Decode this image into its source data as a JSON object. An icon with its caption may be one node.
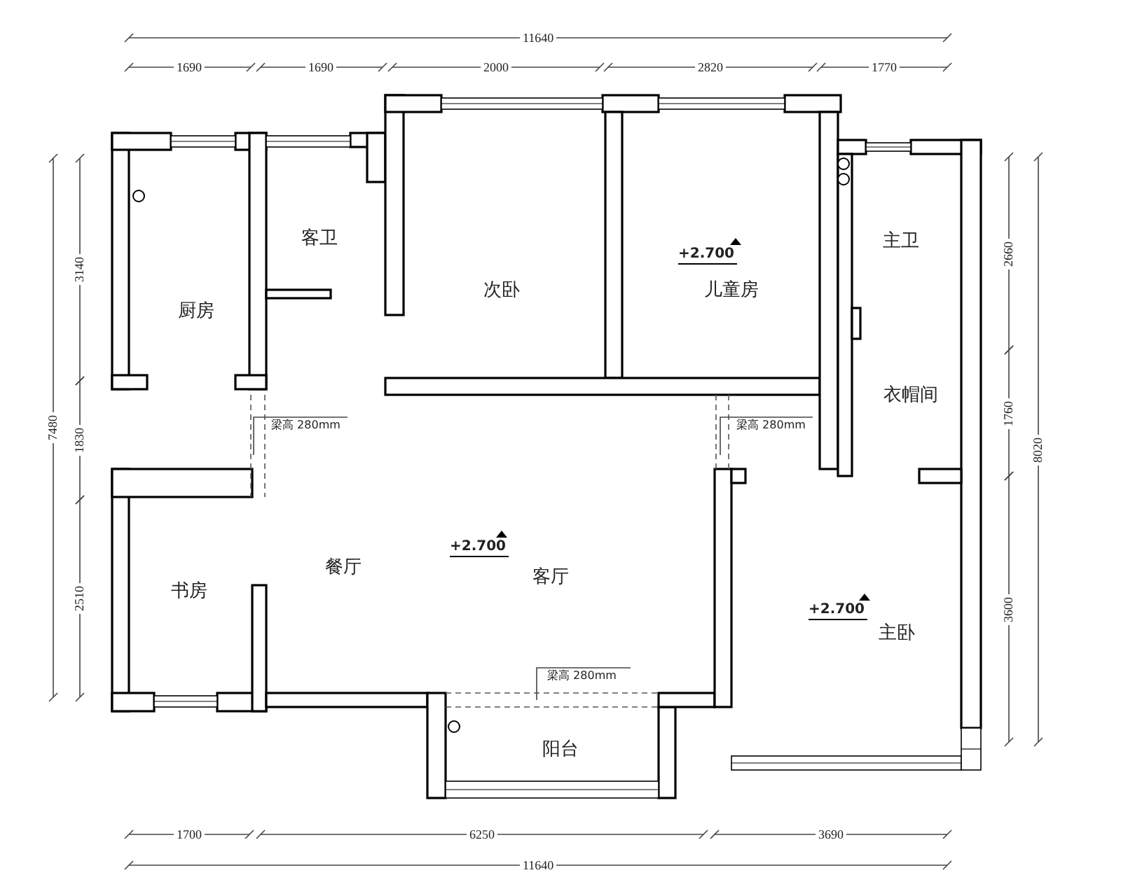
{
  "diagram": {
    "labels": [
      "11640",
      "1690",
      "1690",
      "2000",
      "2820",
      "1770",
      "3140",
      "1830",
      "2510",
      "7480",
      "2660",
      "1760",
      "3600",
      "8020",
      "1700",
      "6250",
      "3690",
      "11640",
      "厨房",
      "客卫",
      "次卧",
      "儿童房",
      "主卫",
      "衣帽间",
      "书房",
      "餐厅",
      "客厅",
      "主卧",
      "阳台",
      "+2.700",
      "+2.700",
      "+2.700",
      "梁高 280mm",
      "梁高 280mm",
      "梁高 280mm"
    ]
  }
}
